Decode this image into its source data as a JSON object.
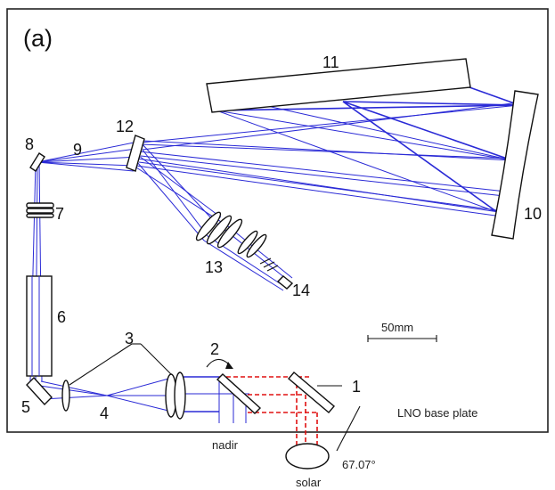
{
  "panel_label": "(a)",
  "labels": {
    "n1": "1",
    "n2": "2",
    "n3": "3",
    "n4": "4",
    "n5": "5",
    "n6": "6",
    "n7": "7",
    "n8": "8",
    "n9": "9",
    "n10": "10",
    "n11": "11",
    "n12": "12",
    "n13": "13",
    "n14": "14"
  },
  "scale_bar": "50mm",
  "base_plate": "LNO base plate",
  "nadir": "nadir",
  "solar": "solar",
  "angle": "67.07°",
  "colors": {
    "rays": "#2a2ad6",
    "solar_path": "#e01010",
    "outline": "#222222"
  }
}
